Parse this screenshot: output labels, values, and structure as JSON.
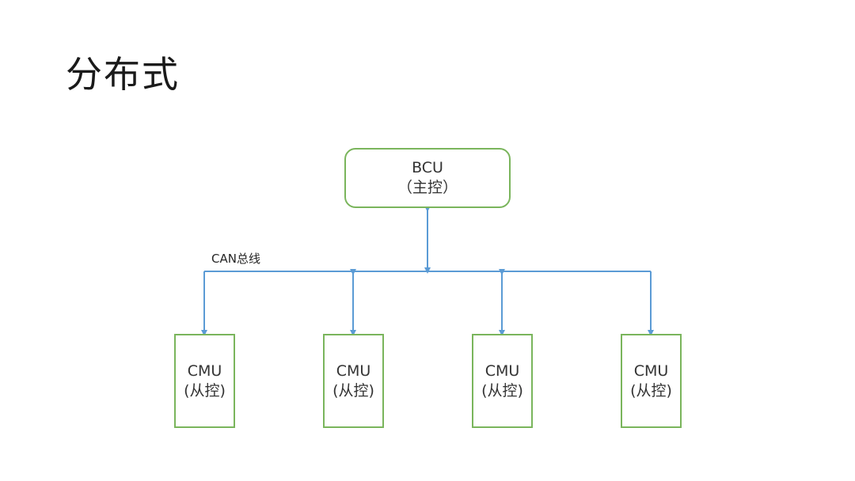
{
  "slide": {
    "title": "分布式"
  },
  "diagram": {
    "master": {
      "name": "BCU",
      "role": "（主控）"
    },
    "bus": {
      "label": "CAN总线"
    },
    "slaves": [
      {
        "name": "CMU",
        "role": "(从控)",
        "link": "one-way"
      },
      {
        "name": "CMU",
        "role": "(从控)",
        "link": "bidirectional"
      },
      {
        "name": "CMU",
        "role": "(从控)",
        "link": "bidirectional"
      },
      {
        "name": "CMU",
        "role": "(从控)",
        "link": "one-way"
      }
    ],
    "colors": {
      "box_border": "#7ab55c",
      "connector": "#5b9bd5"
    }
  }
}
